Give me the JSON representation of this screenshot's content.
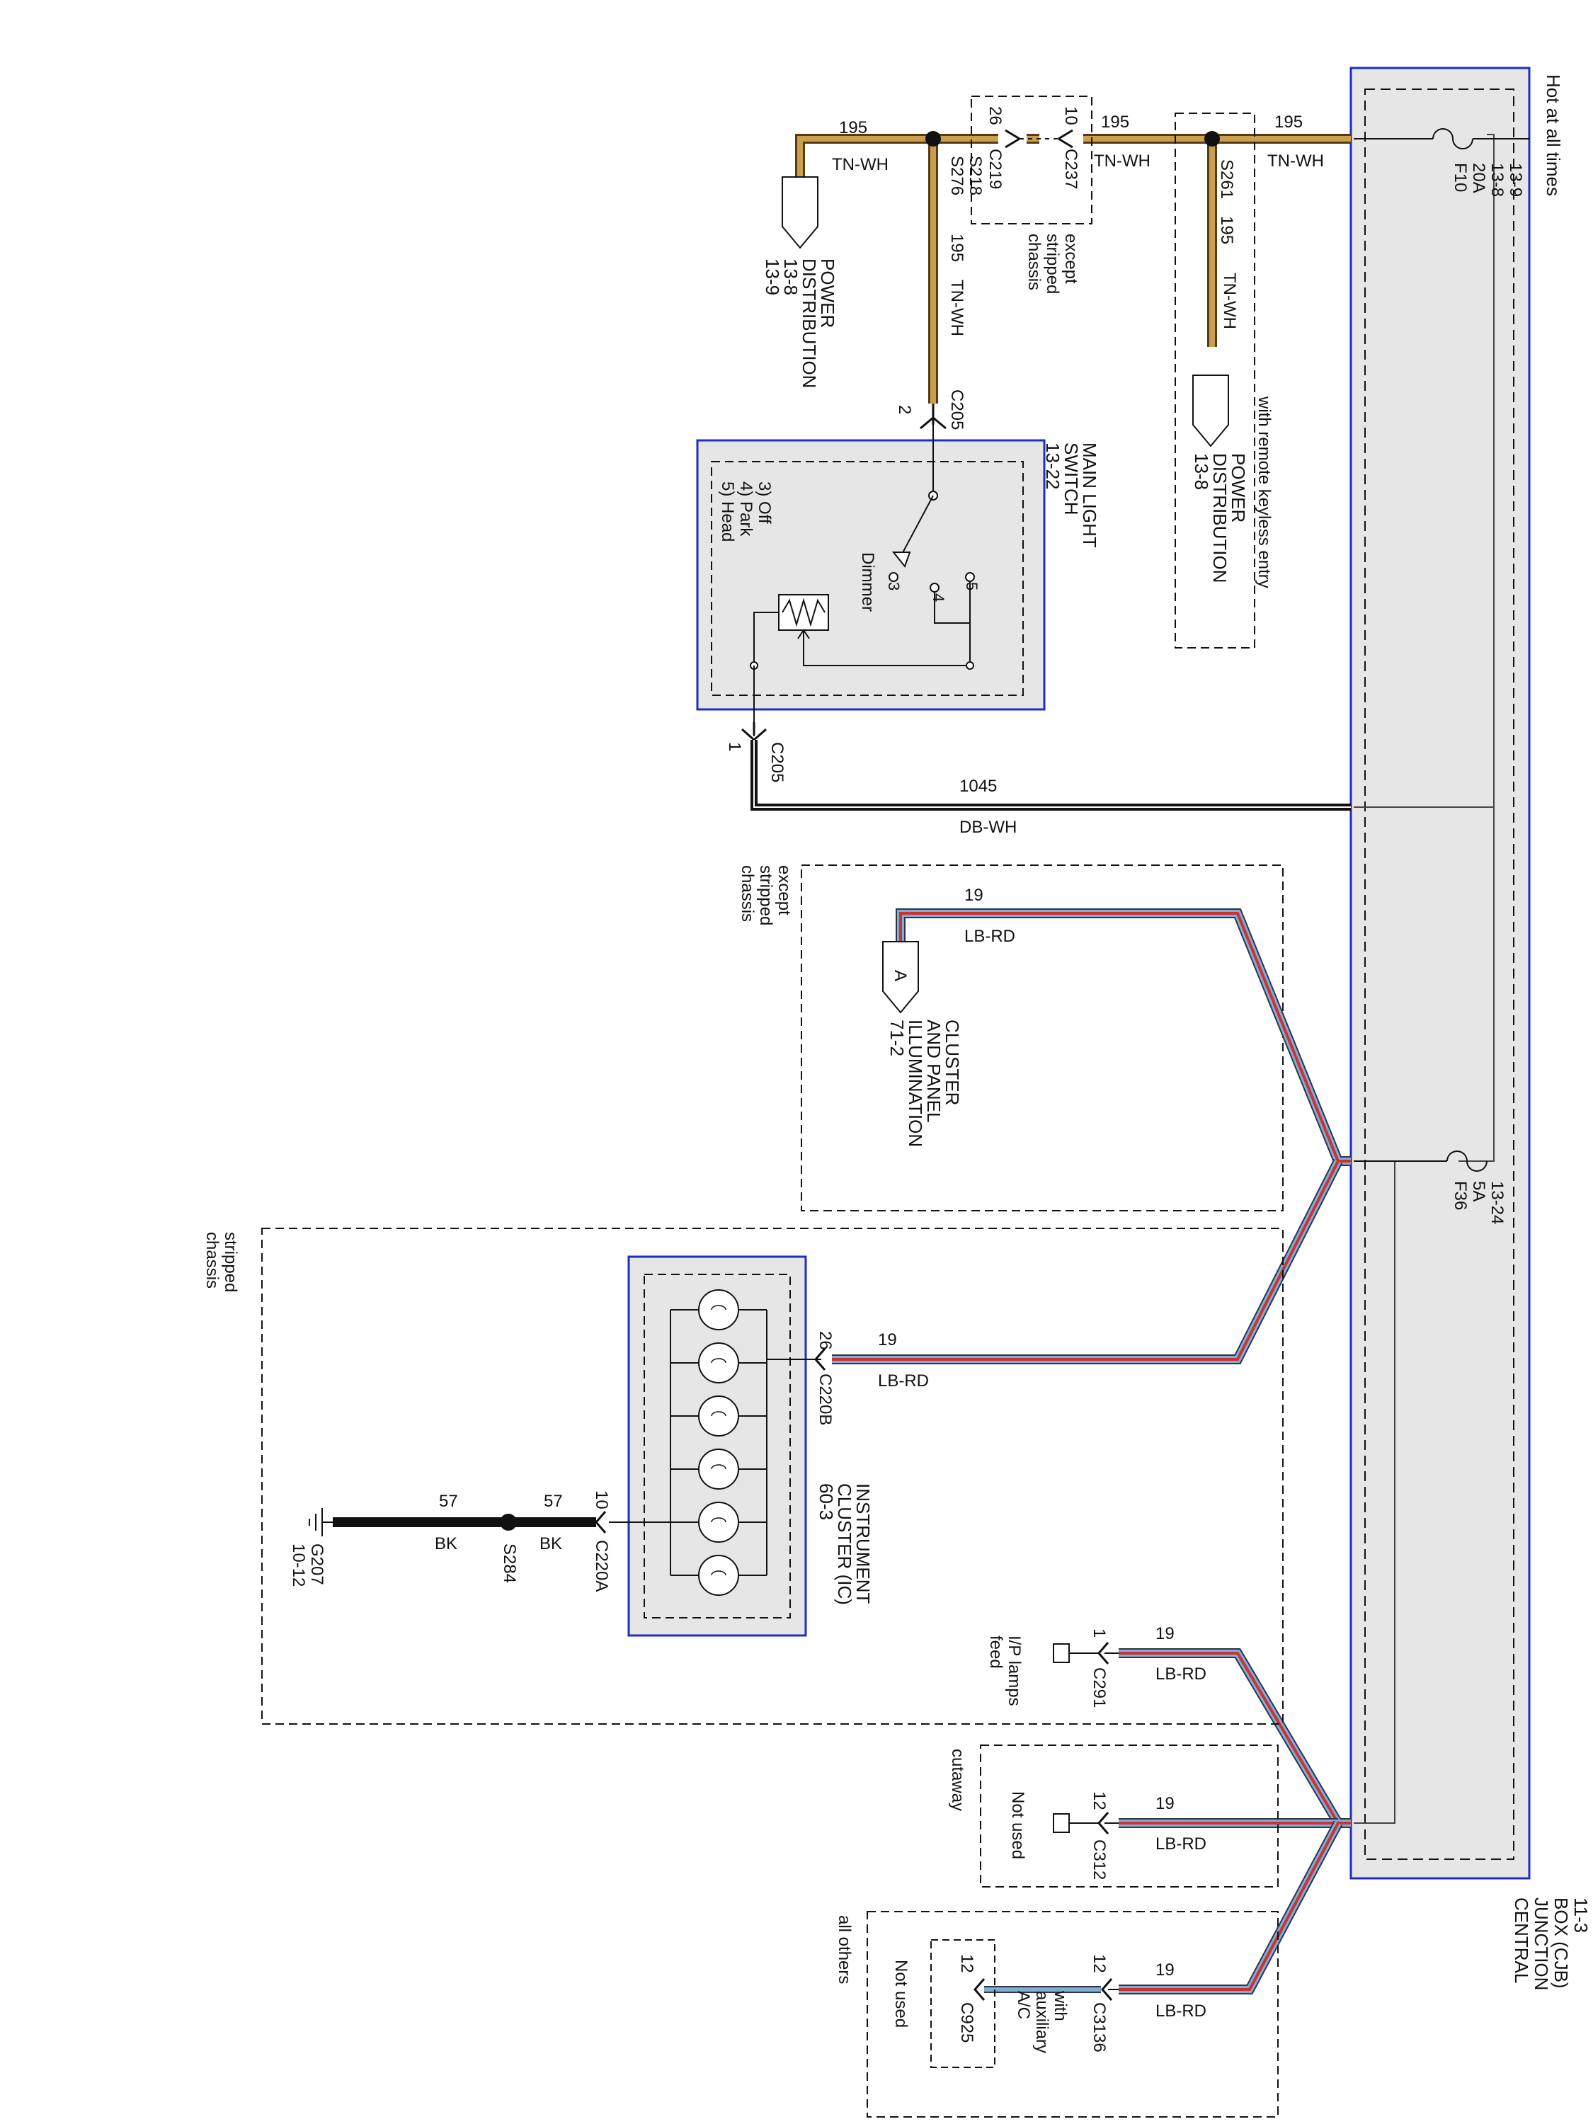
{
  "header": {
    "note": "Hot at all times"
  },
  "cjb": {
    "title_line1": "CENTRAL",
    "title_line2": "JUNCTION",
    "title_line3": "BOX (CJB)",
    "title_line4": "11-3",
    "fuse_f10": {
      "name": "F10",
      "rating": "20A",
      "ref1": "13-8",
      "ref2": "13-9"
    },
    "fuse_f36": {
      "name": "F36",
      "rating": "5A",
      "ref1": "13-24"
    }
  },
  "wires": {
    "w195": {
      "circuit": "195",
      "color": "TN-WH"
    },
    "w1045": {
      "circuit": "1045",
      "color": "DB-WH"
    },
    "w19": {
      "circuit": "19",
      "color": "LB-RD"
    },
    "w57": {
      "circuit": "57",
      "color": "BK"
    }
  },
  "power_distribution": {
    "title1": "POWER",
    "title2": "DISTRIBUTION",
    "ref_a": "13-8",
    "ref_b": "13-9",
    "ref_c": "13-8"
  },
  "splices": {
    "s218": "S218",
    "s276": "S276",
    "s261": "S261",
    "s284": "S284"
  },
  "connectors": {
    "c219": "C219",
    "c237": "C237",
    "c205": "C205",
    "c220b": "C220B",
    "c220a": "C220A",
    "c291": "C291",
    "c312": "C312",
    "c3136": "C3136",
    "c925": "C925"
  },
  "pins": {
    "p26": "26",
    "p10": "10",
    "p2": "2",
    "p1": "1",
    "p12": "12",
    "p3": "3",
    "p4": "4",
    "p5": "5"
  },
  "notes": {
    "except1": "except",
    "stripped1": "stripped",
    "chassis1": "chassis",
    "remote": "with remote keyless entry",
    "with": "with",
    "auxiliary": "auxiliary",
    "ac": "A/C",
    "not_used": "Not used",
    "cutaway": "cutaway",
    "all_others": "all others",
    "ip_lamps": "I/P lamps",
    "feed": "feed"
  },
  "main_light_switch": {
    "title1": "MAIN LIGHT",
    "title2": "SWITCH",
    "ref": "13-22",
    "pos3": "3) Off",
    "pos4": "4) Park",
    "pos5": "5) Head",
    "dimmer": "Dimmer"
  },
  "cluster_panel": {
    "letter": "A",
    "title1": "CLUSTER",
    "title2": "AND PANEL",
    "title3": "ILLUMINATION",
    "ref": "71-2"
  },
  "instrument_cluster": {
    "title1": "INSTRUMENT",
    "title2": "CLUSTER (IC)",
    "ref": "60-3"
  },
  "ground": {
    "name": "G207",
    "ref": "10-12"
  },
  "colors": {
    "tan": "#c8a050",
    "brown": "#5a3a10",
    "blue_border": "#1a2fc8",
    "red": "#d23030",
    "lightblue": "#7ab0d8",
    "gray_fill": "#e6e6e6"
  }
}
